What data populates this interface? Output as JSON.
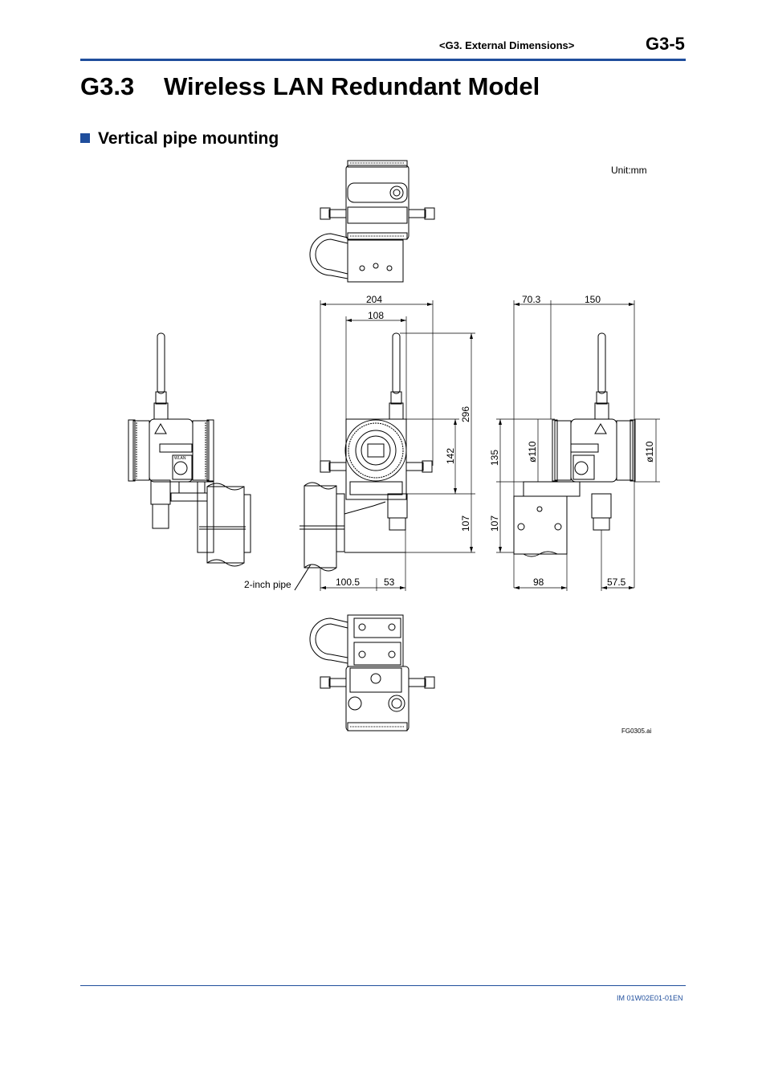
{
  "header": {
    "section": "<G3.  External Dimensions>",
    "page_number": "G3-5"
  },
  "title": {
    "number": "G3.3",
    "text": "Wireless LAN Redundant Model"
  },
  "subtitle": "Vertical pipe mounting",
  "figure": {
    "unit": "Unit:mm",
    "figure_id": "FG0305.ai",
    "pipe_label": "2-inch pipe",
    "dimensions": {
      "width_total": "204",
      "width_body": "108",
      "height_total": "296",
      "height_body": "142",
      "height_bracket_front": "107",
      "offset_left": "100.5",
      "offset_right": "53",
      "side_depth_a": "70.3",
      "side_depth_b": "150",
      "side_height": "135",
      "side_bracket_height": "107",
      "diameter_left": "ø110",
      "diameter_right": "ø110",
      "side_base": "98",
      "side_offset": "57.5"
    },
    "plate_labels": {
      "wlan": "WLAN"
    }
  },
  "footer": {
    "doc_id": "IM 01W02E01-01EN"
  }
}
